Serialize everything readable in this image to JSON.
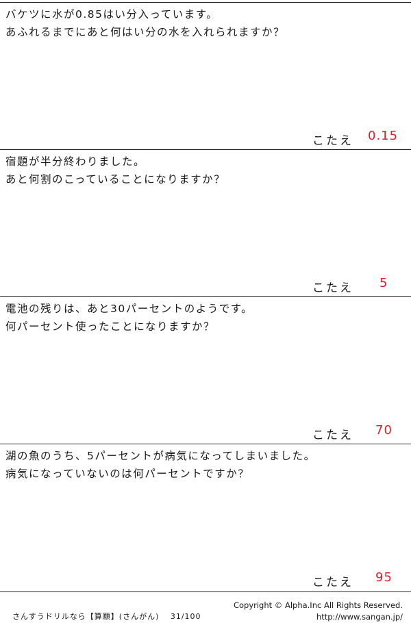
{
  "problems": [
    {
      "question_lines": [
        "バケツに水が0.85はい分入っています。",
        "あふれるまでにあと何はい分の水を入れられますか？"
      ],
      "answer_label": "こたえ",
      "answer": "0.15"
    },
    {
      "question_lines": [
        "宿題が半分終わりました。",
        "あと何割のこっていることになりますか？"
      ],
      "answer_label": "こたえ",
      "answer": "5"
    },
    {
      "question_lines": [
        "電池の残りは、あと30パーセントのようです。",
        "何パーセント使ったことになりますか？"
      ],
      "answer_label": "こたえ",
      "answer": "70"
    },
    {
      "question_lines": [
        "湖の魚のうち、5パーセントが病気になってしまいました。",
        "病気になっていないのは何パーセントですか？"
      ],
      "answer_label": "こたえ",
      "answer": "95"
    }
  ],
  "footer": {
    "title": "さんすうドリルなら【算願】(さんがん)　 31/100",
    "copyright": "Copyright ©  Alpha.Inc All Rights Reserved.",
    "url": "http://www.sangan.jp/"
  },
  "colors": {
    "answer": "#e0202a",
    "text": "#1a1a1a",
    "rule": "#222222"
  }
}
